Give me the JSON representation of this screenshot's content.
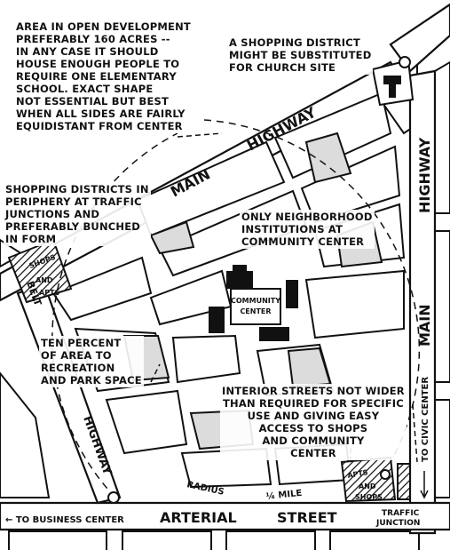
{
  "notes": {
    "area": [
      "AREA IN OPEN DEVELOPMENT",
      "PREFERABLY 160 ACRES --",
      "IN ANY CASE IT SHOULD",
      "HOUSE ENOUGH PEOPLE TO",
      "REQUIRE ONE ELEMENTARY",
      "SCHOOL. EXACT SHAPE",
      "NOT ESSENTIAL BUT BEST",
      "WHEN ALL SIDES ARE FAIRLY",
      "EQUIDISTANT FROM CENTER"
    ],
    "shopping_district": [
      "A SHOPPING DISTRICT",
      "MIGHT BE SUBSTITUTED",
      "FOR CHURCH SITE"
    ],
    "periphery": [
      "SHOPPING DISTRICTS IN",
      "PERIPHERY AT TRAFFIC",
      "JUNCTIONS AND",
      "PREFERABLY BUNCHED",
      "IN FORM"
    ],
    "institutions": [
      "ONLY NEIGHBORHOOD",
      "INSTITUTIONS AT",
      "COMMUNITY CENTER"
    ],
    "recreation": [
      "TEN PERCENT",
      "OF AREA TO",
      "RECREATION",
      "AND PARK SPACE"
    ],
    "interior": [
      "INTERIOR STREETS NOT WIDER",
      "THAN REQUIRED FOR SPECIFIC",
      "USE AND GIVING EASY",
      "ACCESS TO SHOPS",
      "AND COMMUNITY",
      "CENTER"
    ]
  },
  "labels": {
    "main_top": "MAIN",
    "highway_top": "HIGHWAY",
    "highway_right": "HIGHWAY",
    "main_right": "MAIN",
    "highway_left": "HIGHWAY",
    "belt": "BELT",
    "arterial": "ARTERIAL",
    "street": "STREET",
    "to_business": "← TO BUSINESS CENTER",
    "to_civic": "TO CIVIC CENTER",
    "traffic": "TRAFFIC",
    "junction": "JUNCTION",
    "radius": "RADIUS",
    "mile": "¼ MILE",
    "community": "COMMUNITY",
    "center": "CENTER",
    "shops_left": "SHOPS",
    "and_left": "AND",
    "apts_left": "APTS",
    "apts_right": "APTS",
    "and_right": "AND",
    "shops_right": "SHOPS"
  }
}
